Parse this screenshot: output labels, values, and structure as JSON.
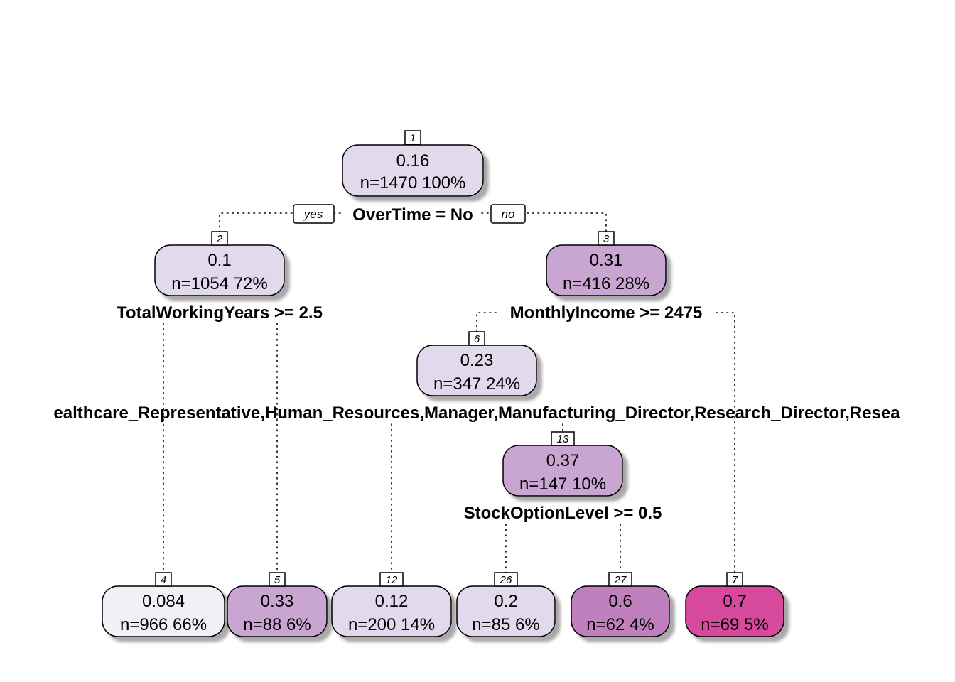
{
  "branch_labels": {
    "yes": "yes",
    "no": "no"
  },
  "nodes": [
    {
      "id": "1",
      "value": "0.16",
      "info": "n=1470  100%",
      "color": "#e2d9ec"
    },
    {
      "id": "2",
      "value": "0.1",
      "info": "n=1054  72%",
      "color": "#e2d9ec"
    },
    {
      "id": "3",
      "value": "0.31",
      "info": "n=416  28%",
      "color": "#c9a6d2"
    },
    {
      "id": "6",
      "value": "0.23",
      "info": "n=347  24%",
      "color": "#e2d9ec"
    },
    {
      "id": "13",
      "value": "0.37",
      "info": "n=147  10%",
      "color": "#c9a6d2"
    },
    {
      "id": "4",
      "value": "0.084",
      "info": "n=966  66%",
      "color": "#f3eff6"
    },
    {
      "id": "5",
      "value": "0.33",
      "info": "n=88  6%",
      "color": "#c9a6d2"
    },
    {
      "id": "12",
      "value": "0.12",
      "info": "n=200  14%",
      "color": "#e2d9ec"
    },
    {
      "id": "26",
      "value": "0.2",
      "info": "n=85  6%",
      "color": "#e2d9ec"
    },
    {
      "id": "27",
      "value": "0.6",
      "info": "n=62  4%",
      "color": "#c07fbd"
    },
    {
      "id": "7",
      "value": "0.7",
      "info": "n=69  5%",
      "color": "#d6489c"
    }
  ],
  "splits": [
    {
      "node": "1",
      "label": "OverTime = No"
    },
    {
      "node": "2",
      "label": "TotalWorkingYears >= 2.5"
    },
    {
      "node": "3",
      "label": "MonthlyIncome >= 2475"
    },
    {
      "node": "6",
      "label": "ealthcare_Representative,Human_Resources,Manager,Manufacturing_Director,Research_Director,Resea"
    },
    {
      "node": "13",
      "label": "StockOptionLevel >= 0.5"
    }
  ]
}
